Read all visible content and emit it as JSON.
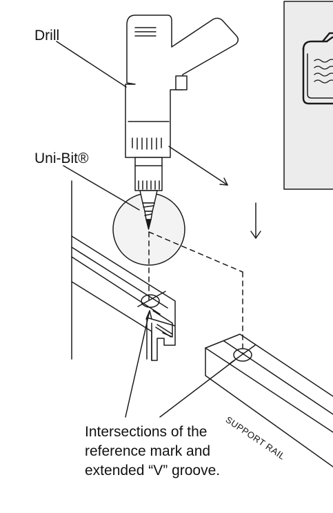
{
  "labels": {
    "drill": "Drill",
    "uni_bit": "Uni-Bit®",
    "support_rail": "SUPPORT RAIL",
    "caption": [
      "Intersections of the",
      "reference mark and",
      "extended “V” groove."
    ]
  },
  "colors": {
    "line": "#1a1a1a",
    "inset_background": "#ececec",
    "magnifier_fill": "#f3f3f3"
  },
  "icons": [
    "drill-icon",
    "step-drill-bit-icon",
    "clipboard-icon",
    "down-arrow-icon"
  ]
}
